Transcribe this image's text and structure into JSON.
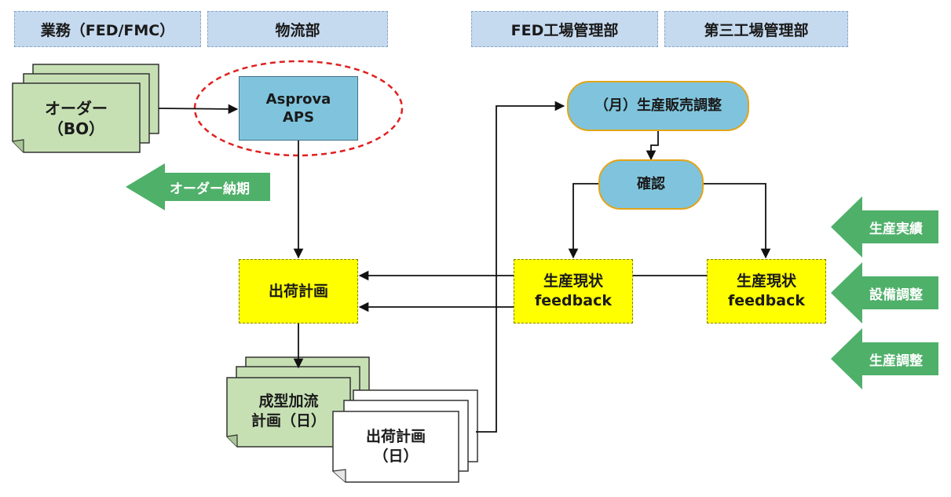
{
  "headers": {
    "business": "業務（FED/FMC）",
    "logistics": "物流部",
    "fed_factory": "FED工場管理部",
    "third_factory": "第三工場管理部"
  },
  "nodes": {
    "order_line1": "オーダー",
    "order_line2": "（BO）",
    "aps_line1": "Asprova",
    "aps_line2": "APS",
    "shipping_plan": "出荷計画",
    "monthly_adjust": "（月）生産販売調整",
    "confirm": "確認",
    "status1_line1": "生産現状",
    "status1_line2": "feedback",
    "status2_line1": "生産現状",
    "status2_line2": "feedback",
    "molding_line1": "成型加流",
    "molding_line2": "計画（日）",
    "daily_ship_line1": "出荷計画",
    "daily_ship_line2": "（日）"
  },
  "arrows": {
    "order_due": "オーダー納期",
    "production_results": "生産実績",
    "equipment_adjust": "設備調整",
    "production_adjust": "生産調整"
  },
  "colors": {
    "header_fill": "#c5d9ef",
    "yellow_box": "#ffff00",
    "blue_node": "#7fc4dc",
    "green_doc": "#c6e0b4",
    "green_arrow": "#4fb06a",
    "ellipse_red": "#e02020"
  }
}
